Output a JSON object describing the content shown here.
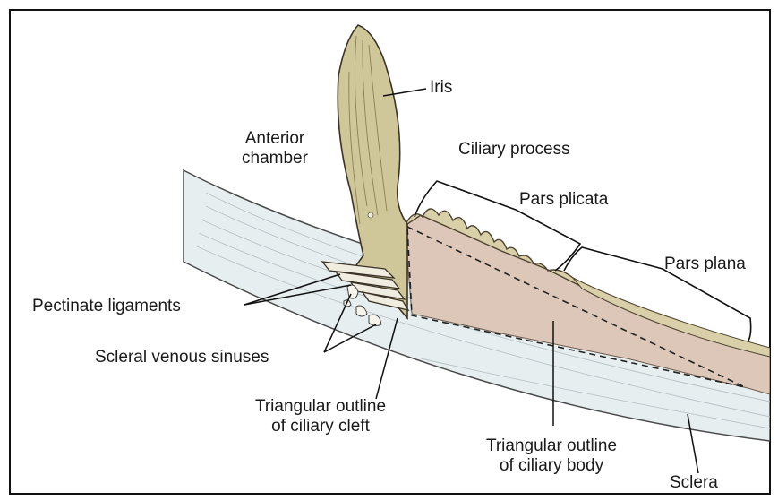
{
  "diagram": {
    "colors": {
      "sclera": "#e6eef0",
      "iris": "#cfc79a",
      "ciliary_body": "#ddc7b8",
      "outline": "#3a3326",
      "border": "#111111"
    },
    "labels": {
      "iris": "Iris",
      "anterior_chamber": "Anterior\nchamber",
      "ciliary_process": "Ciliary process",
      "pars_plicata": "Pars plicata",
      "pars_plana": "Pars plana",
      "pectinate_ligaments": "Pectinate ligaments",
      "scleral_venous_sinuses": "Scleral venous sinuses",
      "triangular_outline_ciliary_cleft": "Triangular outline\nof ciliary cleft",
      "triangular_outline_ciliary_body": "Triangular outline\nof ciliary body",
      "sclera": "Sclera"
    }
  }
}
